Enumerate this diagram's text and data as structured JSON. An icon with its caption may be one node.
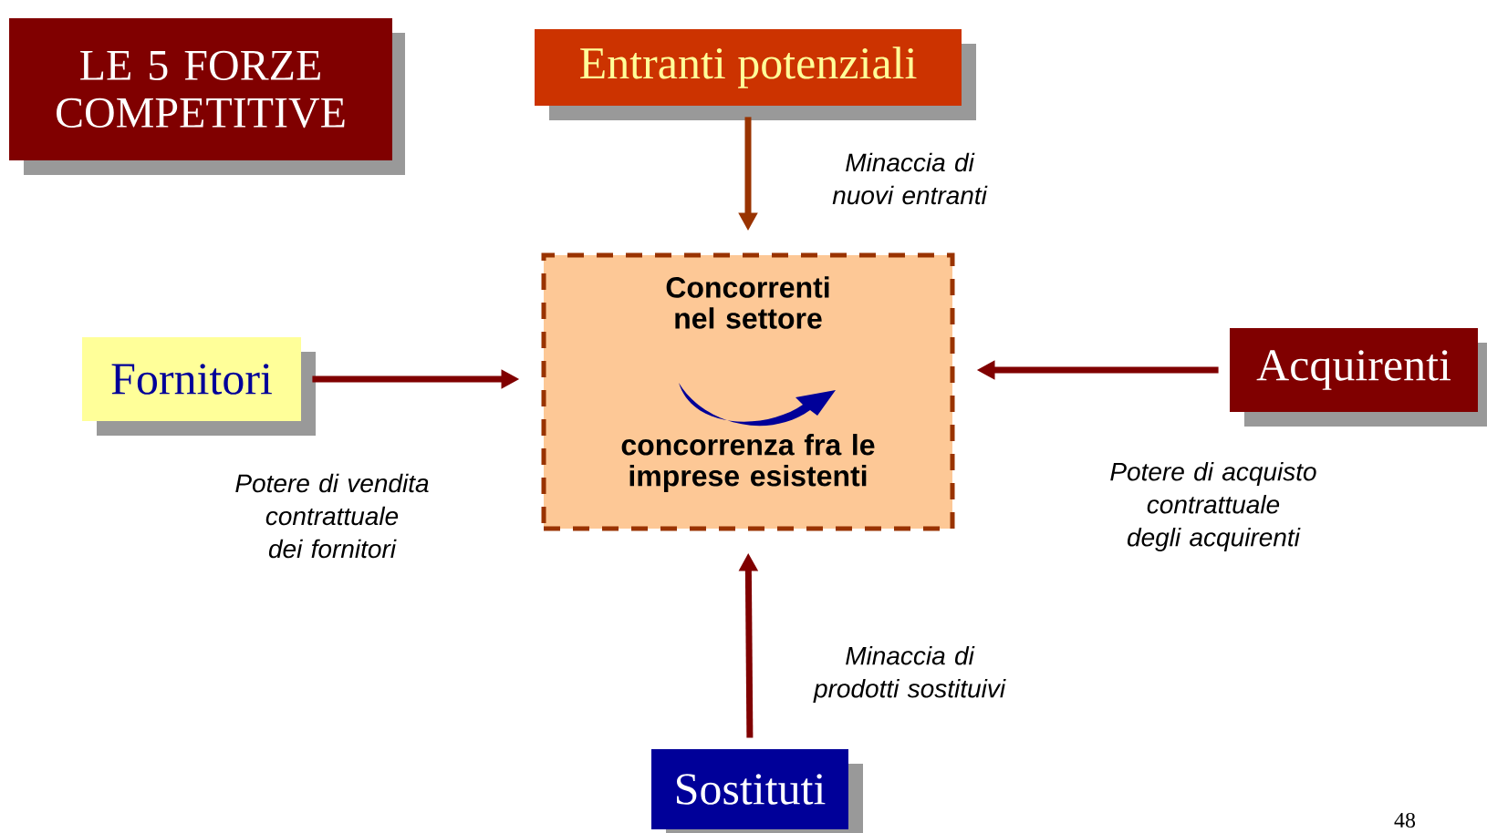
{
  "diagram": {
    "title": "LE 5 FORZE COMPETITIVE",
    "nodes": [
      {
        "text": [
          "Entranti potenziali"
        ]
      },
      {
        "text": [
          "Fornitori"
        ]
      },
      {
        "text": [
          "Concorrenti nel settore",
          "concorrenza fra le imprese esistenti"
        ]
      },
      {
        "text": [
          "Acquirenti"
        ]
      },
      {
        "text": [
          "Sostituti"
        ]
      }
    ],
    "edges": [
      {
        "from": 0,
        "to": 2,
        "arrow": "to",
        "label": "Minaccia di nuovi entranti",
        "color": "#993300"
      },
      {
        "from": 1,
        "to": 2,
        "arrow": "to",
        "label": "Potere di vendita contrattuale dei fornitori"
      },
      {
        "from": 3,
        "to": 2,
        "arrow": "to",
        "label": "Potere di acquisto contrattuale degli acquirenti"
      },
      {
        "from": 4,
        "to": 2,
        "arrow": "to",
        "label": "Minaccia di prodotti sostituivi"
      }
    ],
    "labels": [
      "48"
    ]
  }
}
